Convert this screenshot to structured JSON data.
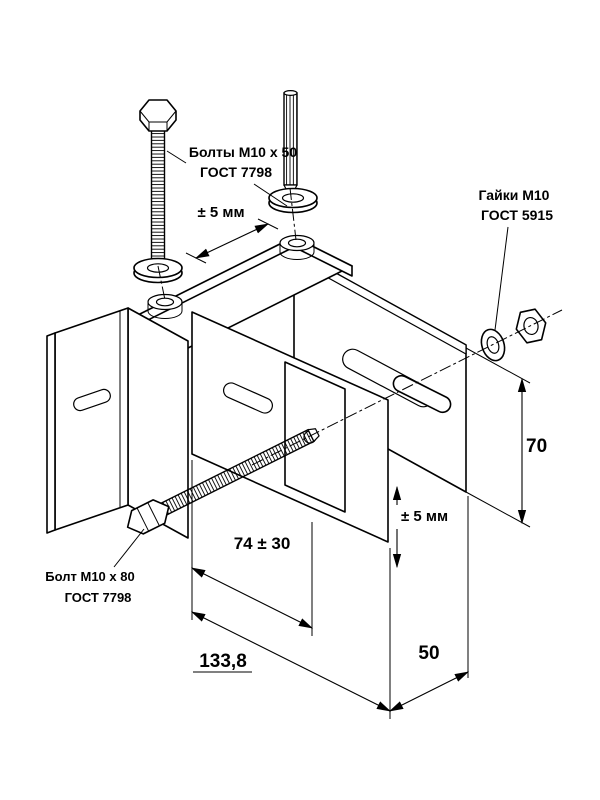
{
  "page": {
    "background": "#ffffff",
    "line_color": "#000000"
  },
  "labels": {
    "bolts_top": {
      "line1": "Болты М10 x 50",
      "line2": "ГОСТ 7798"
    },
    "nuts_right": {
      "line1": "Гайки М10",
      "line2": "ГОСТ 5915"
    },
    "bolt_side": {
      "line1": "Болт М10 x 80",
      "line2": "ГОСТ 7798"
    }
  },
  "dimensions": {
    "tolerance_top": "± 5 мм",
    "height_right": "70",
    "tolerance_middle": "± 5 мм",
    "adjust_width": "74 ± 30",
    "overall_length": "133,8",
    "plate_depth": "50"
  }
}
